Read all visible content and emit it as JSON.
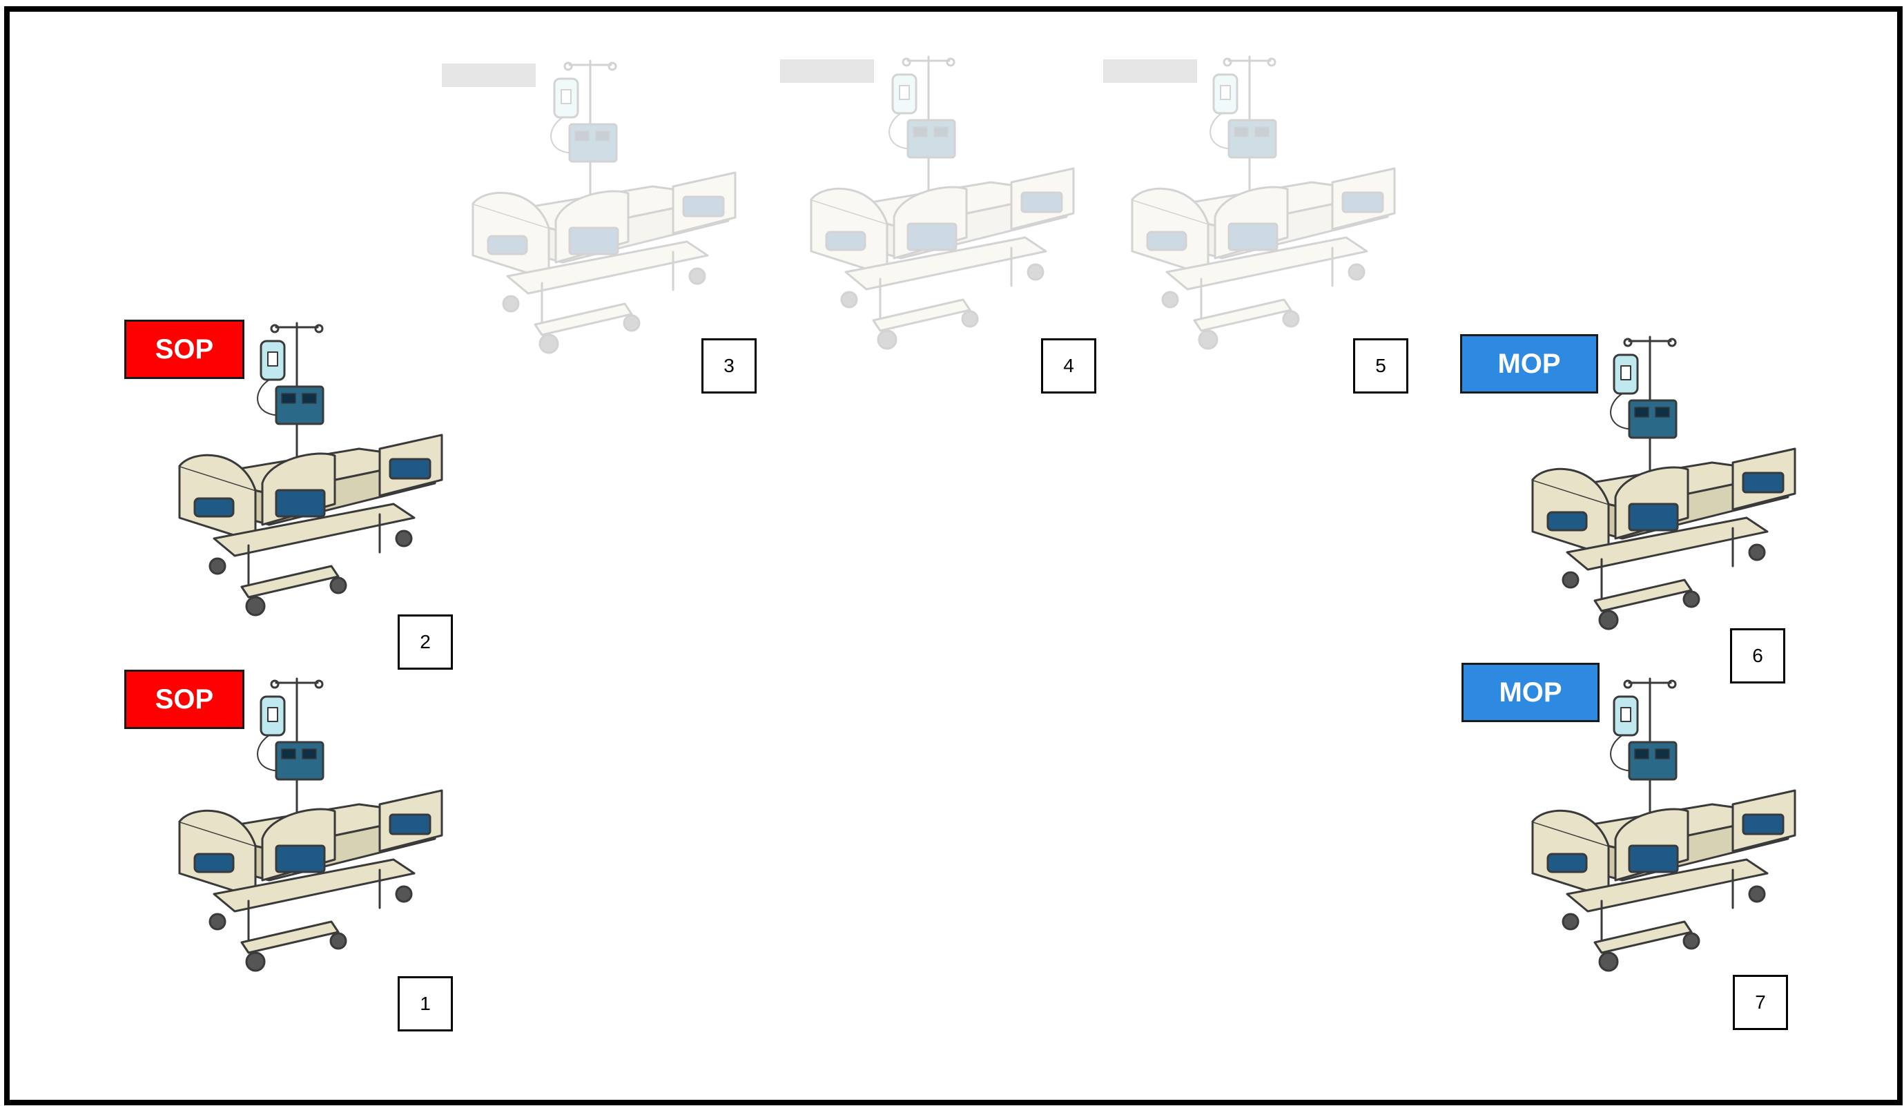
{
  "tag_colors": {
    "SOP": "#ff0000",
    "MOP": "#2e8ae0"
  },
  "occupied_colors": {
    "frame": "#e8e3c8",
    "outline": "#3a3a3a",
    "panel": "#1f5a86",
    "pump": "#2a6a88",
    "bag": "#bfe9ee"
  },
  "beds": [
    {
      "number": "1",
      "tag": "SOP",
      "occupied": true
    },
    {
      "number": "2",
      "tag": "SOP",
      "occupied": true
    },
    {
      "number": "3",
      "tag": "",
      "occupied": false
    },
    {
      "number": "4",
      "tag": "",
      "occupied": false
    },
    {
      "number": "5",
      "tag": "",
      "occupied": false
    },
    {
      "number": "6",
      "tag": "MOP",
      "occupied": true
    },
    {
      "number": "7",
      "tag": "MOP",
      "occupied": true
    }
  ]
}
